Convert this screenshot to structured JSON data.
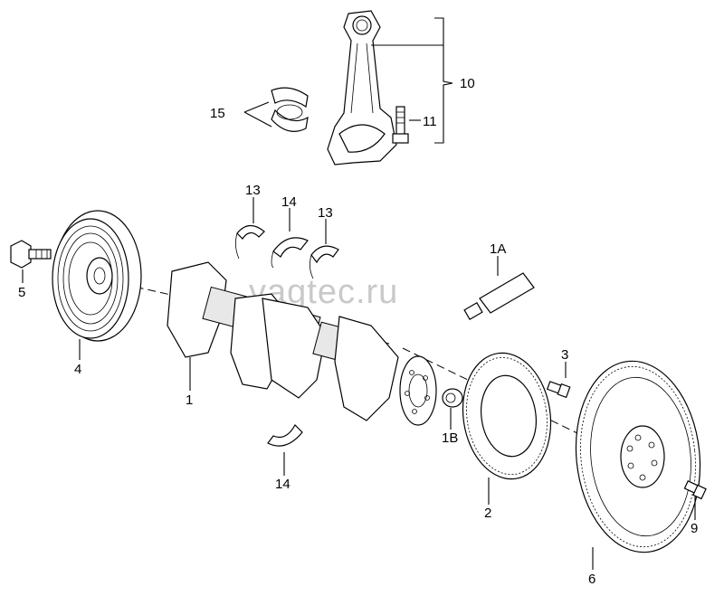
{
  "watermark": "vagtec.ru",
  "labels": {
    "l1": "1",
    "l1a": "1A",
    "l1b": "1B",
    "l2": "2",
    "l3": "3",
    "l4": "4",
    "l5": "5",
    "l6": "6",
    "l9": "9",
    "l10": "10",
    "l11": "11",
    "l13a": "13",
    "l13b": "13",
    "l14a": "14",
    "l14b": "14",
    "l15": "15"
  }
}
